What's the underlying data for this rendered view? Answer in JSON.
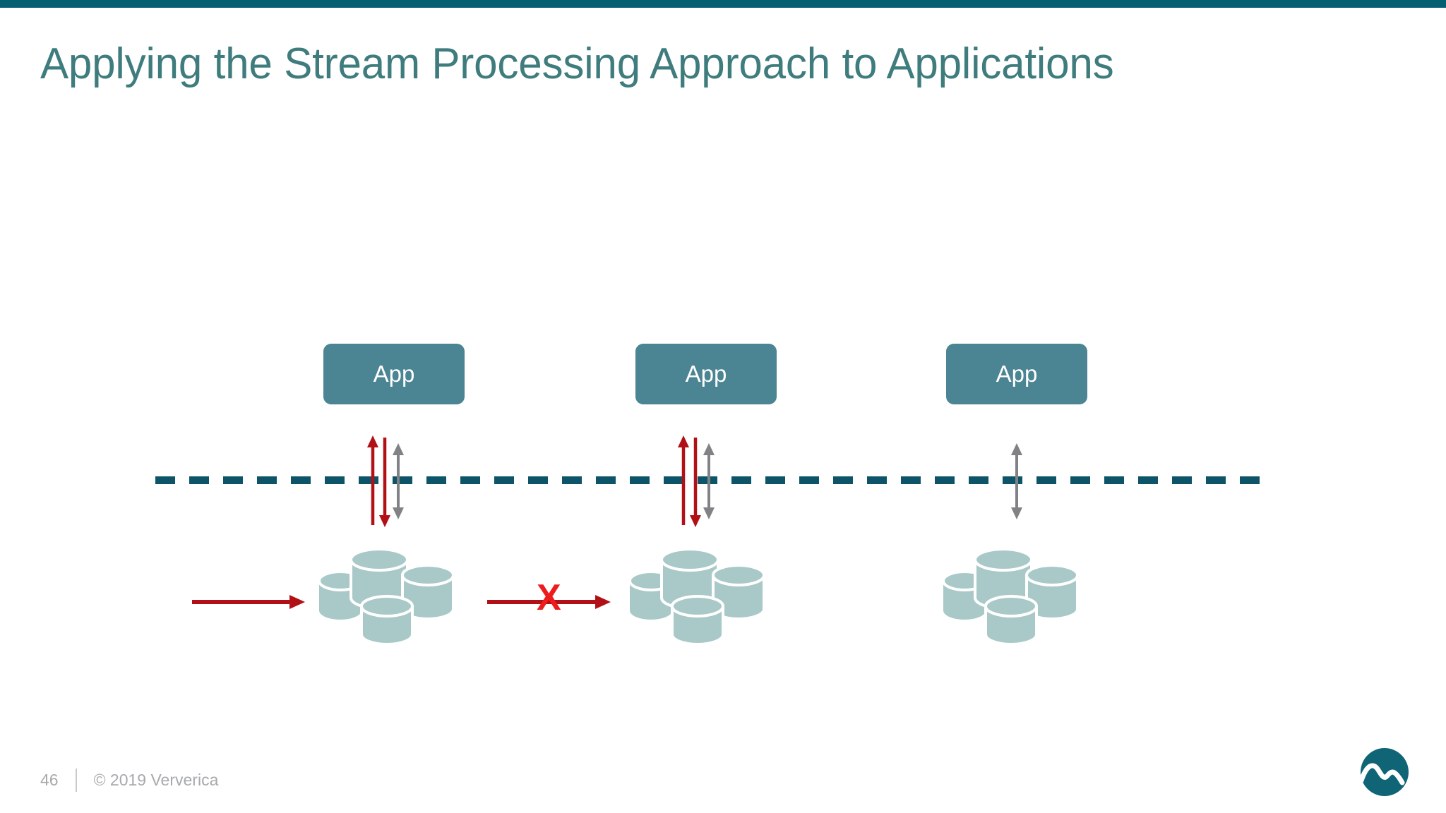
{
  "slide": {
    "title": "Applying the Stream Processing Approach to Applications",
    "page_number": "46",
    "copyright": "© 2019 Ververica",
    "logo_name": "ververica-logo"
  },
  "colors": {
    "top_bar": "#046070",
    "title": "#3f7c7d",
    "app_box": "#4b8492",
    "dashed_line": "#0d5468",
    "database": "#a9c9c8",
    "arrow_red": "#b11116",
    "arrow_gray": "#808285",
    "x_mark": "#ee1c1c",
    "footer_text": "#a7a9ac",
    "logo": "#0f6475"
  },
  "diagram": {
    "apps": [
      {
        "label": "App",
        "name": "app-box-1"
      },
      {
        "label": "App",
        "name": "app-box-2"
      },
      {
        "label": "App",
        "name": "app-box-3"
      }
    ],
    "databases": [
      {
        "name": "database-cluster-1",
        "cylinders": 4
      },
      {
        "name": "database-cluster-2",
        "cylinders": 4
      },
      {
        "name": "database-cluster-3",
        "cylinders": 4
      }
    ],
    "arrow_groups": [
      {
        "name": "arrows-app-1",
        "red_up": true,
        "red_down": true,
        "gray_bidirectional": true
      },
      {
        "name": "arrows-app-2",
        "red_up": true,
        "red_down": true,
        "gray_bidirectional": true
      },
      {
        "name": "arrows-app-3",
        "red_up": false,
        "red_down": false,
        "gray_bidirectional": true
      }
    ],
    "flow_arrows": [
      {
        "name": "inbound-flow-arrow",
        "blocked": false
      },
      {
        "name": "db1-to-db2-flow-arrow",
        "blocked": true,
        "marker": "X"
      }
    ]
  }
}
